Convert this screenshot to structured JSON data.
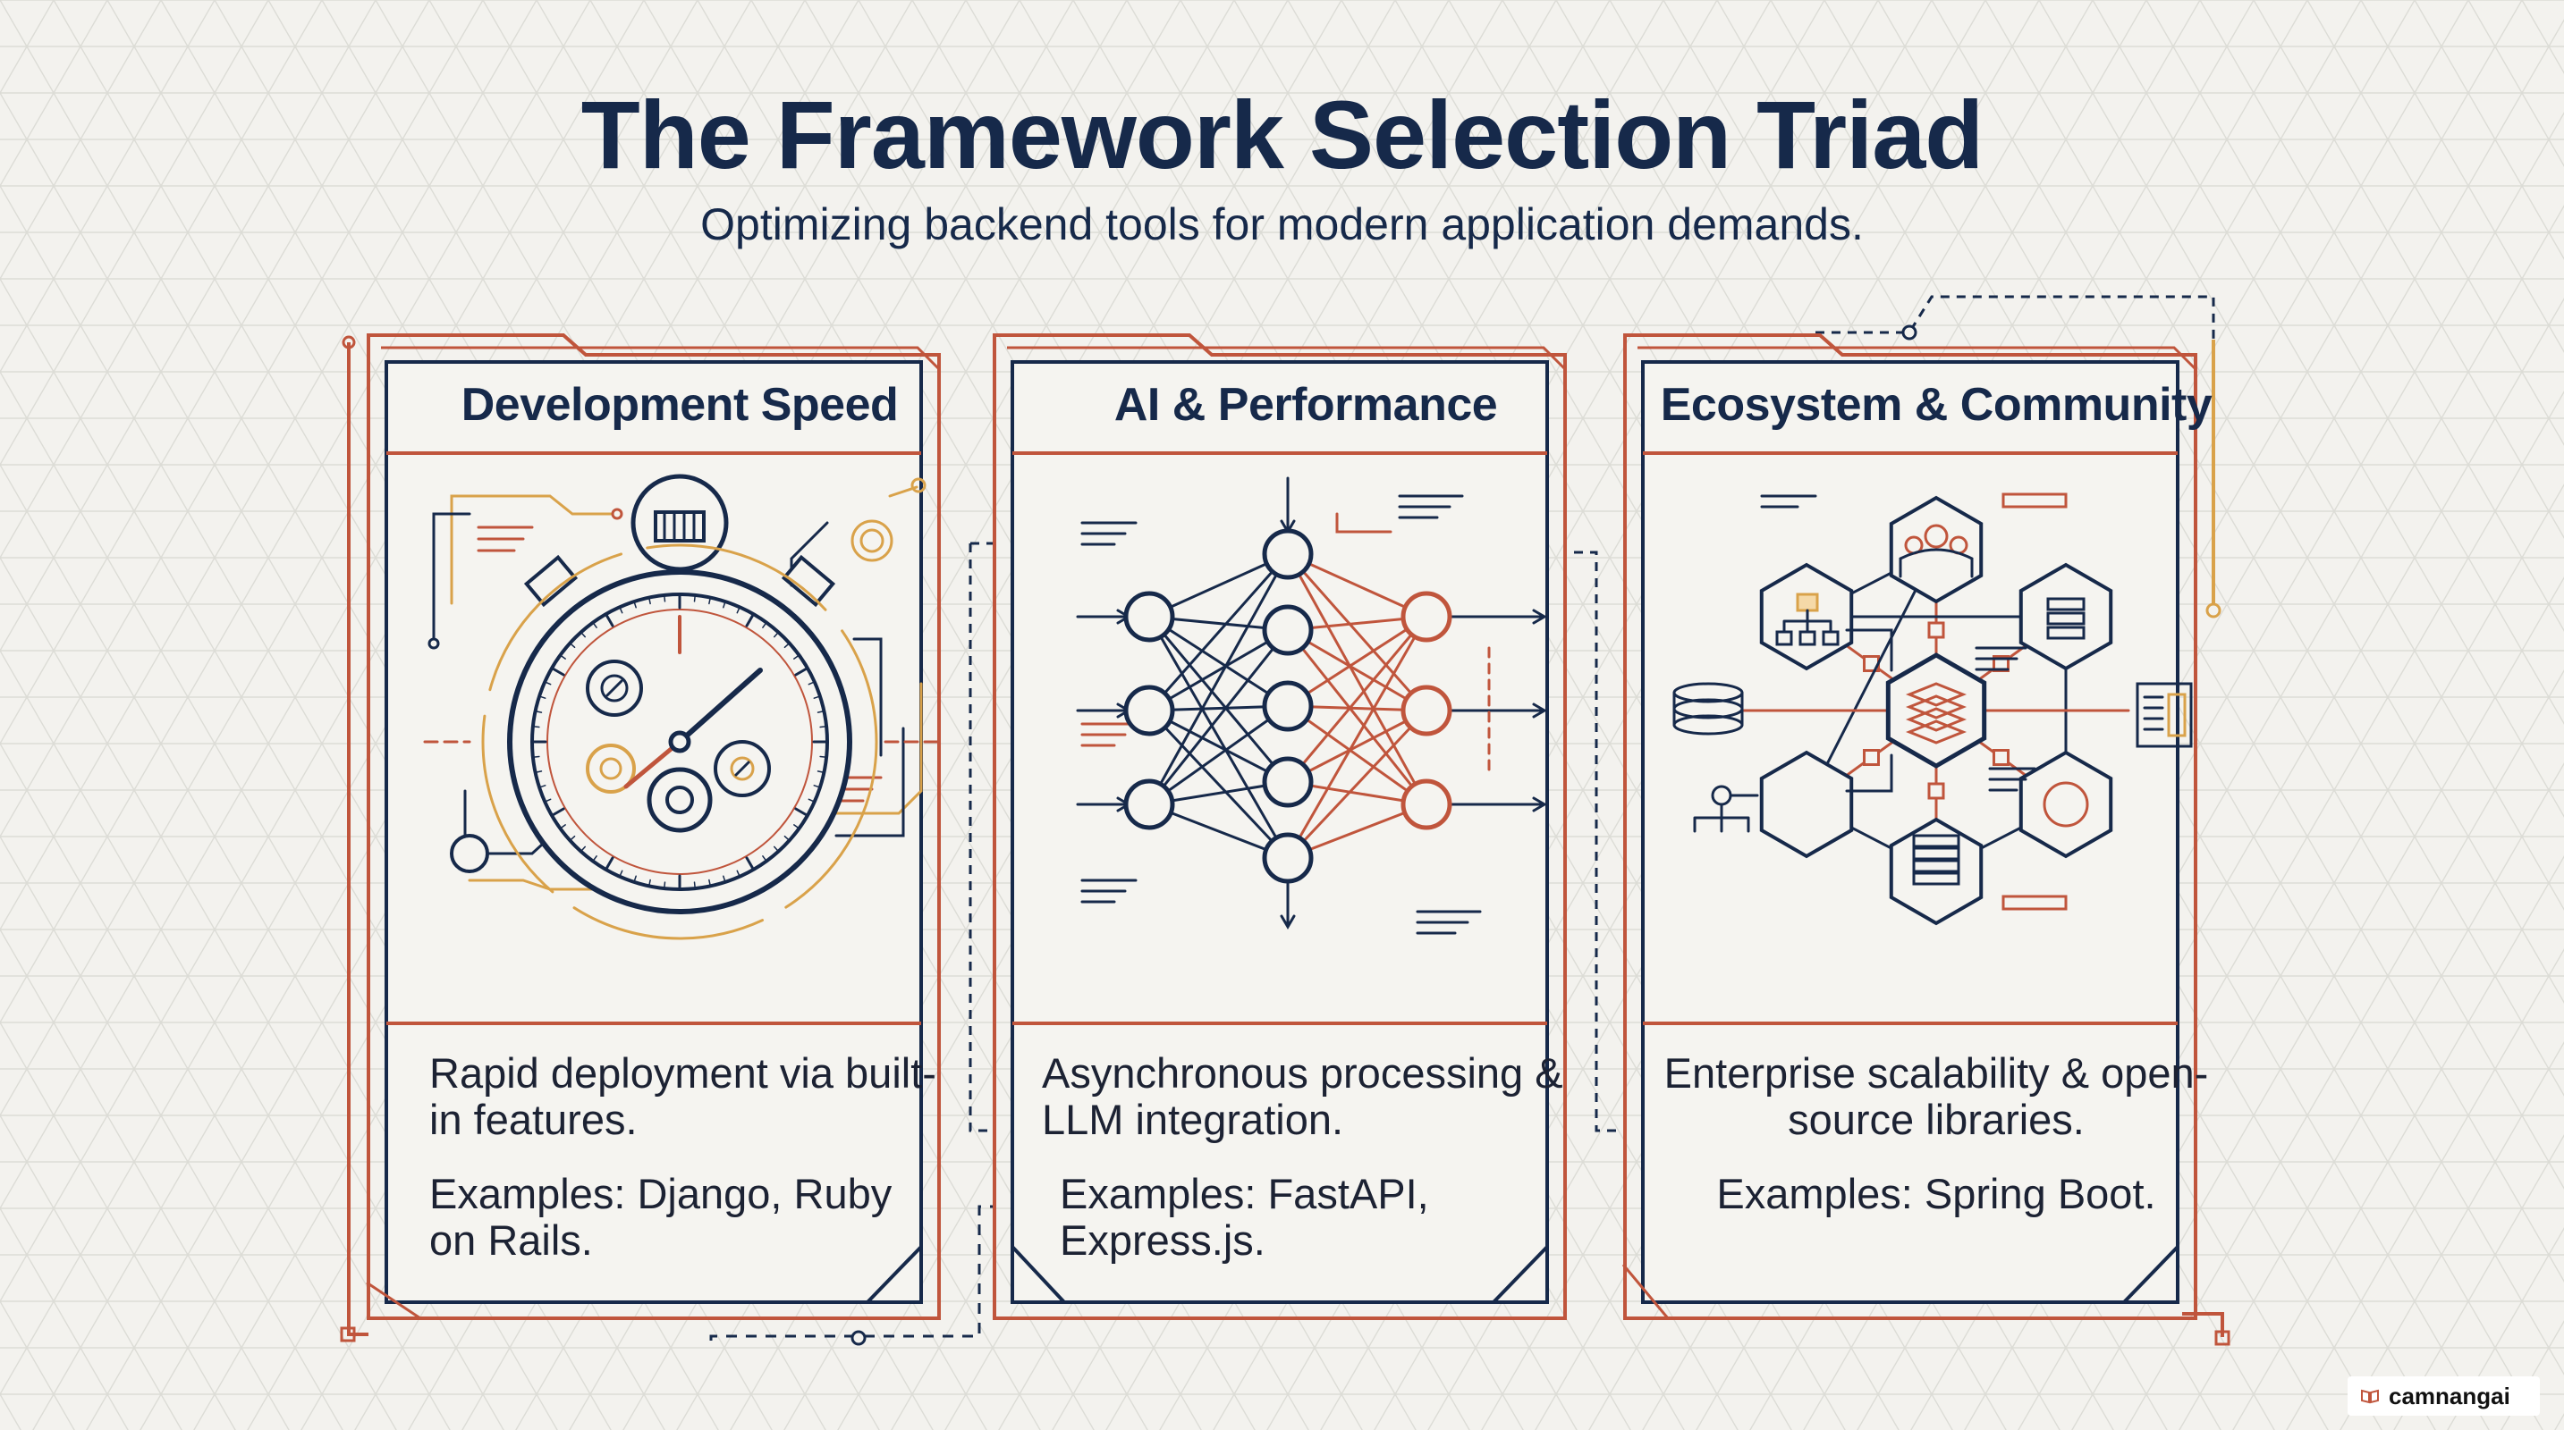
{
  "header": {
    "title": "The Framework Selection Triad",
    "subtitle": "Optimizing backend tools for modern application demands."
  },
  "cards": [
    {
      "title": "Development Speed",
      "description": "Rapid deployment via built-in features.",
      "examples": "Examples: Django, Ruby on Rails.",
      "icon": "stopwatch-gears-icon"
    },
    {
      "title": "AI & Performance",
      "description": "Asynchronous processing & LLM integration.",
      "examples": "Examples: FastAPI, Express.js.",
      "icon": "neural-network-icon"
    },
    {
      "title": "Ecosystem & Community",
      "description": "Enterprise scalability & open-source libraries.",
      "examples": "Examples: Spring Boot.",
      "icon": "hexagon-network-icon"
    }
  ],
  "watermark": {
    "text": "camnangai"
  },
  "colors": {
    "navy": "#16294a",
    "accent_red": "#c0553c",
    "gold": "#d9a24a",
    "background": "#f3f2ee"
  }
}
